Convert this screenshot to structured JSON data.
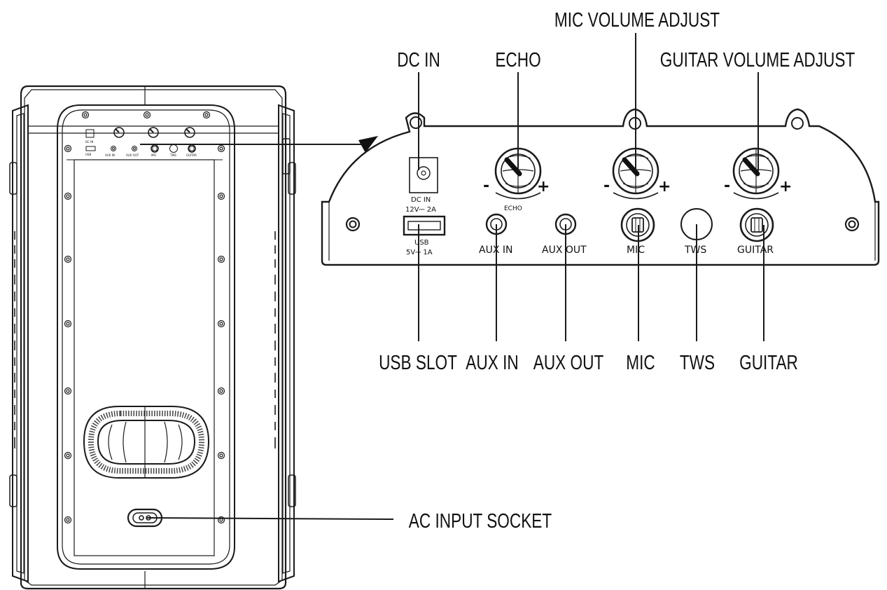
{
  "callouts": {
    "dc_in": "DC IN",
    "echo": "ECHO",
    "mic_volume": "MIC VOLUME ADJUST",
    "guitar_volume": "GUITAR VOLUME ADJUST",
    "usb_slot": "USB SLOT",
    "aux_in": "AUX IN",
    "aux_out": "AUX OUT",
    "mic": "MIC",
    "tws": "TWS",
    "guitar": "GUITAR",
    "ac_input": "AC INPUT SOCKET"
  },
  "panel": {
    "dc_in": "DC IN",
    "dc_rating": "12V⎓ 2A",
    "usb": "USB",
    "usb_rating": "5V⎓ 1A",
    "echo": "ECHO",
    "aux_in": "AUX IN",
    "aux_out": "AUX OUT",
    "mic": "MIC",
    "tws": "TWS",
    "guitar": "GUITAR",
    "minus": "-",
    "plus": "+"
  }
}
